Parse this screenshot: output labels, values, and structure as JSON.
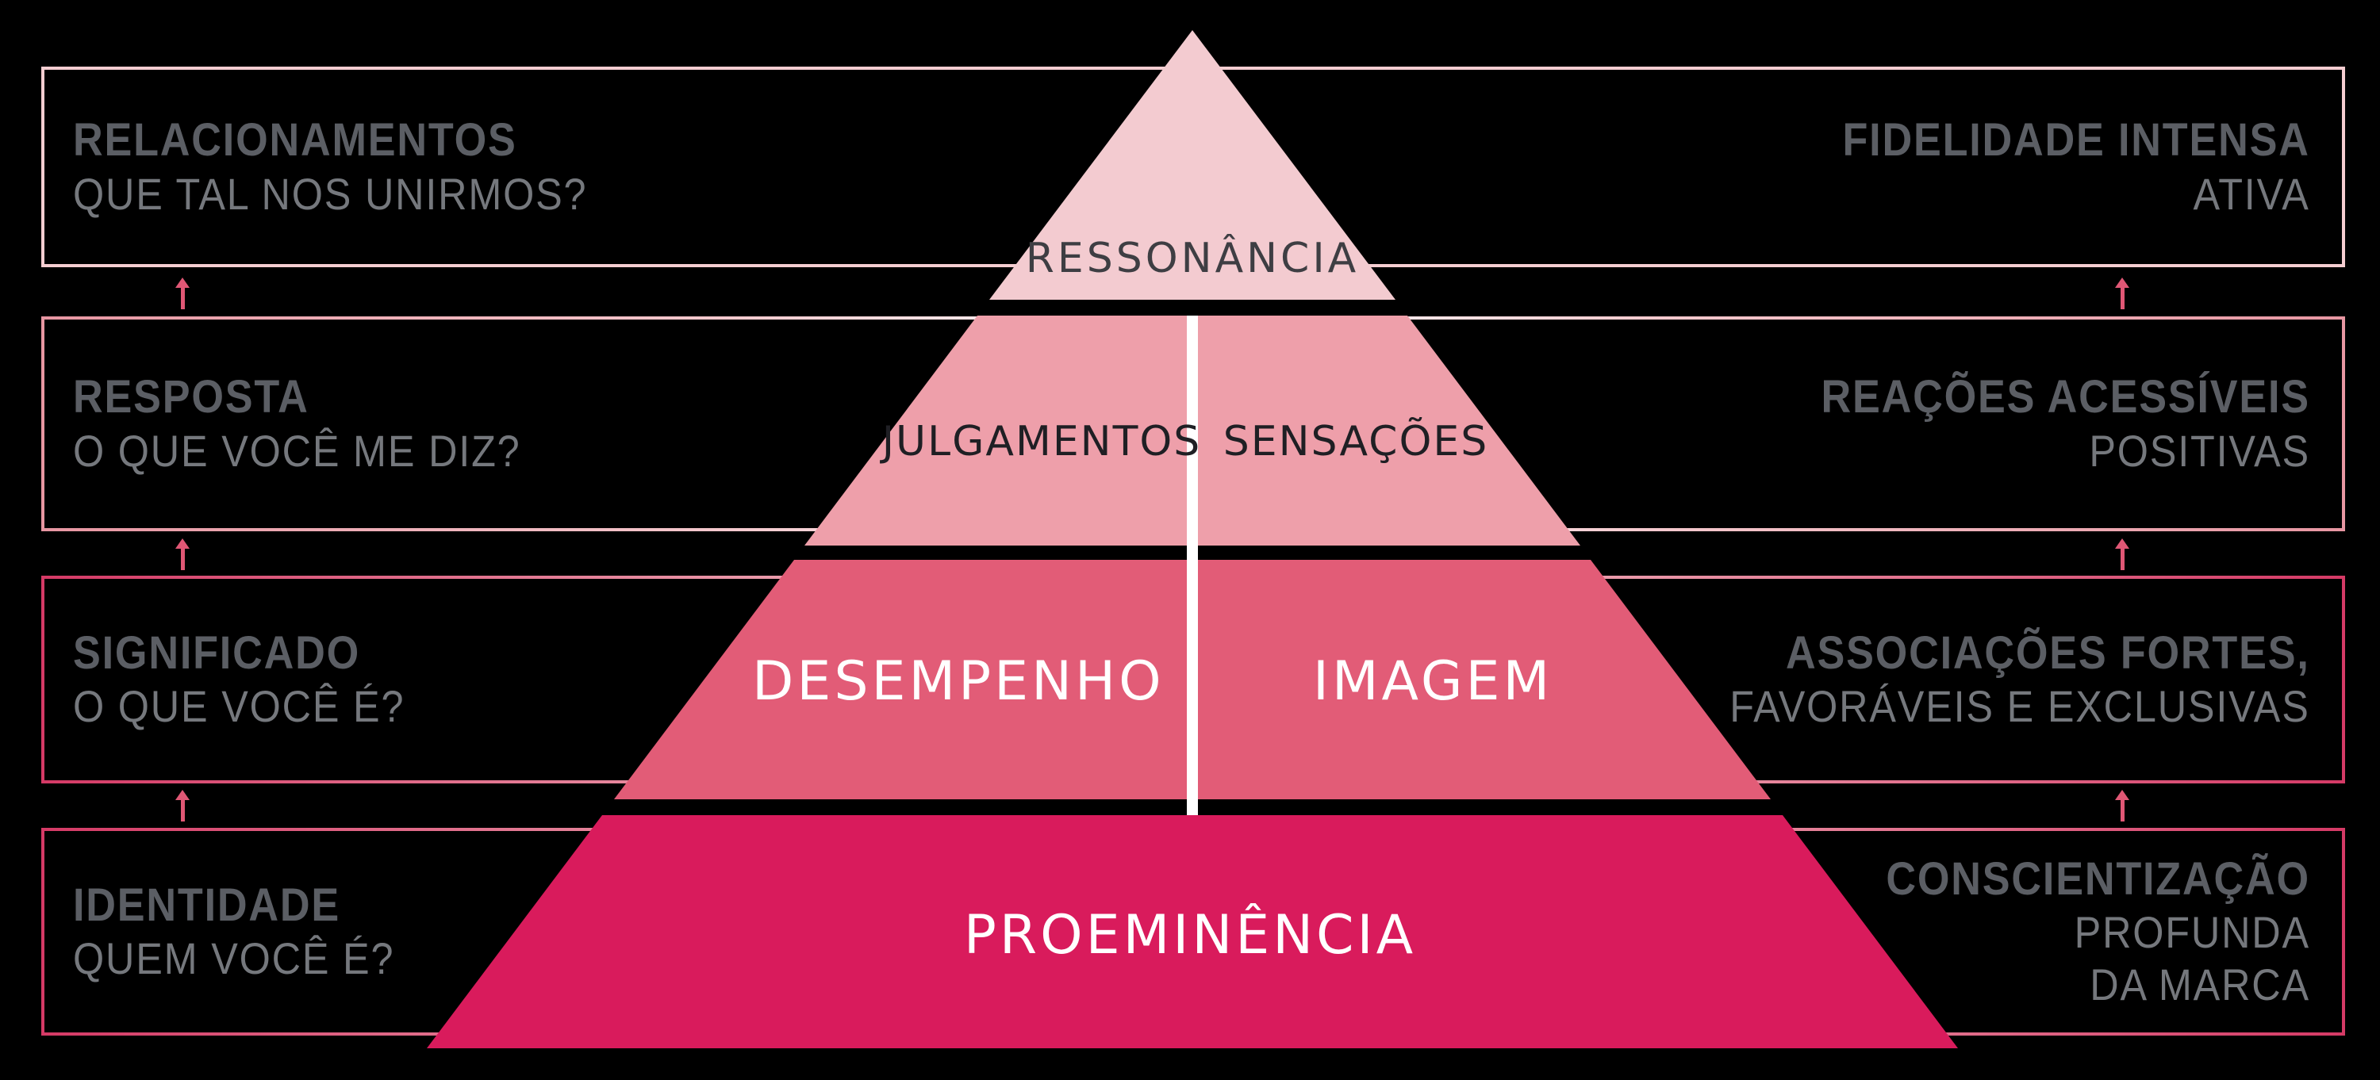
{
  "colors": {
    "background": "#000000",
    "level1": "#f3cbd0",
    "level2": "#ee9faa",
    "level3": "#e25c77",
    "level4": "#d91b5c",
    "divider": "#ffffff",
    "arrow": "#e05775",
    "title_text": "#5b5e64",
    "subtitle_text": "#75787d",
    "pyramid_text_dark": "#3e3e43",
    "pyramid_text_black": "#1f1f24",
    "pyramid_text_light": "#ffffff",
    "border_light": "#f5cdd1",
    "border_mid_a": "#e796a2",
    "border_mid_b": "#f5c9ce",
    "border_strong_a": "#d53a66",
    "border_strong_b": "#f3c2c7"
  },
  "rows": [
    {
      "left_title": "RELACIONAMENTOS",
      "left_subtitle": "QUE TAL NOS UNIRMOS?",
      "right_title": "FIDELIDADE INTENSA",
      "right_line2": "ATIVA",
      "right_line3": ""
    },
    {
      "left_title": "RESPOSTA",
      "left_subtitle": "O QUE VOCÊ ME DIZ?",
      "right_title": "REAÇÕES ACESSÍVEIS",
      "right_line2": "POSITIVAS",
      "right_line3": ""
    },
    {
      "left_title": "SIGNIFICADO",
      "left_subtitle": "O QUE VOCÊ É?",
      "right_title": "ASSOCIAÇÕES FORTES,",
      "right_line2": "FAVORÁVEIS E EXCLUSIVAS",
      "right_line3": ""
    },
    {
      "left_title": "IDENTIDADE",
      "left_subtitle": "QUEM VOCÊ É?",
      "right_title": "CONSCIENTIZAÇÃO",
      "right_line2": "PROFUNDA",
      "right_line3": "DA MARCA"
    }
  ],
  "pyramid": {
    "level1_label": "RESSONÂNCIA",
    "level2_left": "JULGAMENTOS",
    "level2_right": "SENSAÇÕES",
    "level3_left": "DESEMPENHO",
    "level3_right": "IMAGEM",
    "level4_label": "PROEMINÊNCIA"
  }
}
